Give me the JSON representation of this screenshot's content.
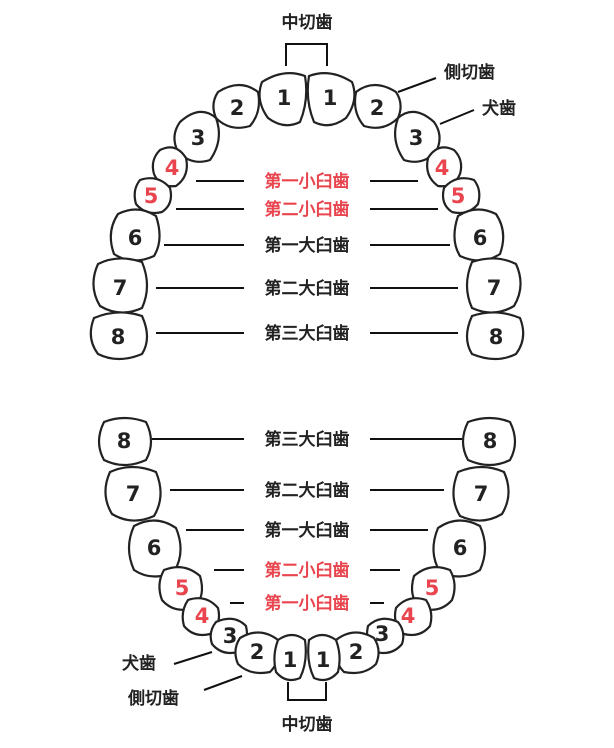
{
  "labels": {
    "central_incisor": "中切歯",
    "lateral_incisor": "側切歯",
    "canine": "犬歯",
    "first_premolar": "第一小臼歯",
    "second_premolar": "第二小臼歯",
    "first_molar": "第一大臼歯",
    "second_molar": "第二大臼歯",
    "third_molar": "第三大臼歯"
  },
  "tooth_numbers": {
    "t1": "1",
    "t2": "2",
    "t3": "3",
    "t4": "4",
    "t5": "5",
    "t6": "6",
    "t7": "7",
    "t8": "8"
  },
  "colors": {
    "premolar": "#e8454f",
    "default": "#222222",
    "outline": "#222222"
  }
}
